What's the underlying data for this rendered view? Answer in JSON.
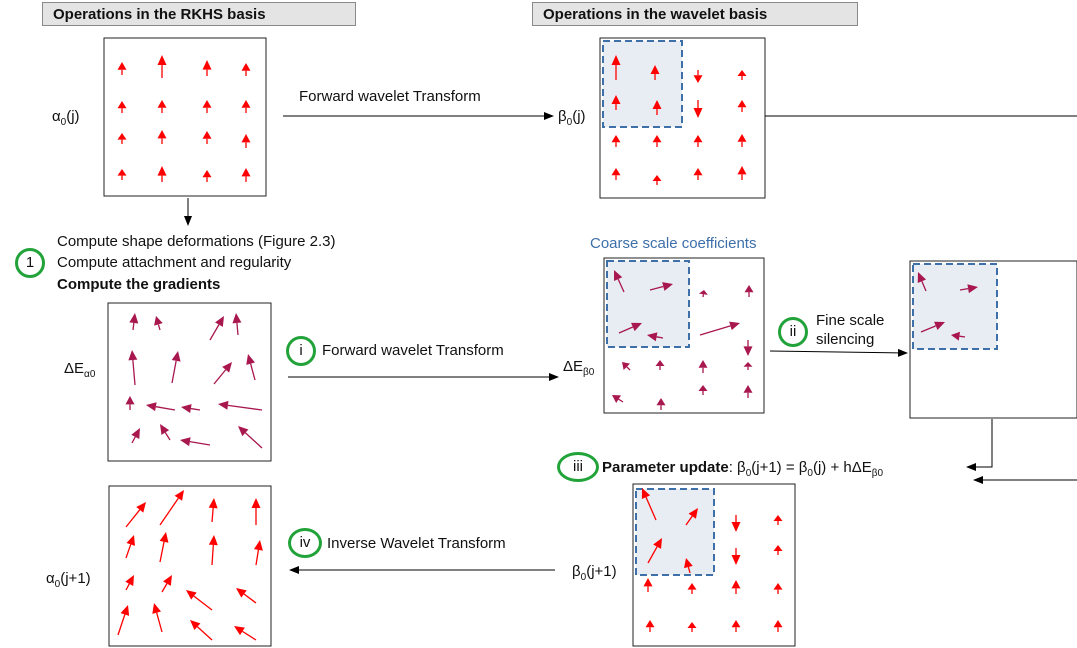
{
  "headers": {
    "rkhs": "Operations in the RKHS basis",
    "wavelet": "Operations in the wavelet basis"
  },
  "symbols": {
    "alpha0_j": {
      "base": "α",
      "sub": "0",
      "tail": "(j)"
    },
    "beta0_j": {
      "base": "β",
      "sub": "0",
      "tail": "(j)"
    },
    "delta_e_alpha": {
      "base": "ΔE",
      "sub": "α0",
      "tail": ""
    },
    "delta_e_beta": {
      "base": "ΔE",
      "sub": "β0",
      "tail": ""
    },
    "alpha0_j1": {
      "base": "α",
      "sub": "0",
      "tail": "(j+1)"
    },
    "beta0_j1": {
      "base": "β",
      "sub": "0",
      "tail": "(j+1)"
    }
  },
  "arrows_text": {
    "forward_top": "Forward wavelet Transform",
    "forward_mid": "Forward wavelet Transform",
    "fine_scale": "Fine scale",
    "silencing": "silencing",
    "inverse": "Inverse Wavelet Transform"
  },
  "steps": {
    "one": {
      "badge": "1",
      "lines": [
        "Compute shape deformations (Figure 2.3)",
        "Compute attachment and regularity"
      ],
      "bold_line": "Compute the gradients"
    },
    "i": {
      "badge": "i"
    },
    "ii": {
      "badge": "ii"
    },
    "iii": {
      "badge": "iii",
      "bold": "Parameter update",
      "formula_parts": [
        ": β",
        "0",
        "(j+1) = β",
        "0",
        "(j) + hΔE",
        "β0"
      ]
    },
    "iv": {
      "badge": "iv"
    }
  },
  "coarse_label": "Coarse scale coefficients",
  "colors": {
    "red": "#ff0000",
    "purple": "#a8174e",
    "green_circle": "#22a33a",
    "dashed_blue": "#3d6fa8",
    "coarse_fill": "#e8ecf3"
  }
}
